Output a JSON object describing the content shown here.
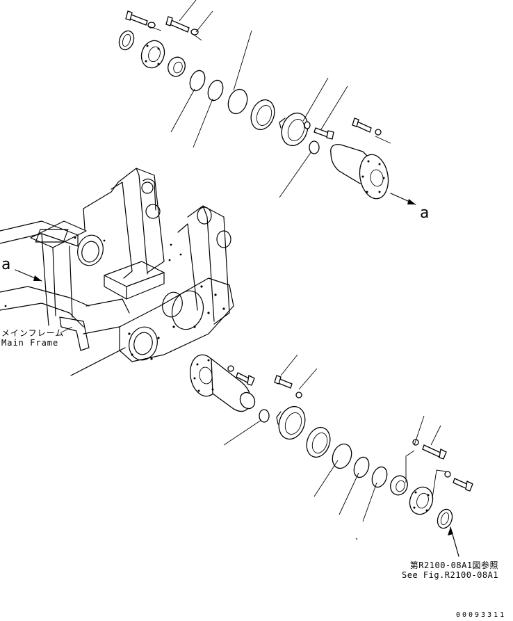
{
  "references": {
    "arrow_top": "a",
    "arrow_left": "a"
  },
  "main_frame": {
    "label_jp": "メインフレーム",
    "label_en": "Main Frame"
  },
  "see_figure": {
    "label_jp": "第R2100-08A1図参照",
    "label_en": "See Fig.R2100-08A1"
  },
  "drawing_number": "00093311"
}
